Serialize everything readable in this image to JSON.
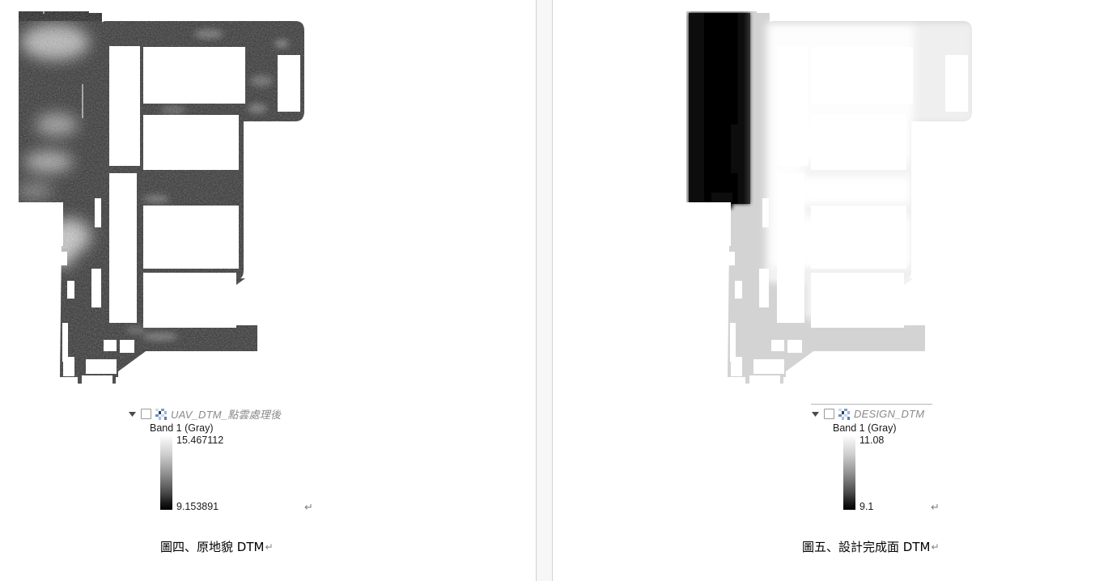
{
  "document": {
    "background_color": "#ffffff",
    "gutter_color": "#f7f7f7",
    "gutter_line_color": "#d2d2d2"
  },
  "figures": [
    {
      "id": "figure-4",
      "caption": "圖四、原地貌 DTM",
      "caption_return_mark": "↵",
      "layer": {
        "name": "UAV_DTM_點雲處理後",
        "name_color": "#8a8a8a",
        "checkbox_checked": false,
        "expander_state": "expanded",
        "expander_glyph": "▼",
        "icon": "raster-layer-icon",
        "band_label": "Band 1 (Gray)",
        "selected_rule_visible": false
      },
      "legend": {
        "type": "stretched-gray-ramp",
        "max_value": "15.467112",
        "min_value": "9.153891",
        "ramp_top_color": "#ffffff",
        "ramp_bottom_color": "#000000"
      },
      "legend_return_mark": "↵",
      "raster": {
        "name": "original-terrain-dtm",
        "style": "noisy-grayscale-photogrammetric",
        "base_color": "#3a3a3a",
        "building_footprint_color": "#ffffff",
        "bright_blob_color": "#d8d8d8"
      }
    },
    {
      "id": "figure-5",
      "caption": "圖五、設計完成面 DTM",
      "caption_return_mark": "↵",
      "layer": {
        "name": "DESIGN_DTM",
        "name_color": "#8a8a8a",
        "checkbox_checked": false,
        "expander_state": "expanded",
        "expander_glyph": "▼",
        "icon": "raster-layer-icon",
        "band_label": "Band 1 (Gray)",
        "selected_rule_visible": true
      },
      "legend": {
        "type": "stretched-gray-ramp",
        "max_value": "11.08",
        "min_value": "9.1",
        "ramp_top_color": "#ffffff",
        "ramp_bottom_color": "#000000"
      },
      "legend_return_mark": "↵",
      "raster": {
        "name": "design-surface-dtm",
        "style": "smooth-grayscale-design-surface",
        "base_color": "#d3d3d3",
        "building_footprint_color": "#ffffff",
        "dark_block_color": "#050505"
      }
    }
  ],
  "icons": {
    "raster_layer_swatch_colors": [
      "#cdd9e8",
      "#ffffff",
      "#7f9dc4",
      "#ffffff",
      "#ffffff",
      "#24406b",
      "#ffffff",
      "#9fb6d4",
      "#6f90bb",
      "#ffffff",
      "#cdd9e8",
      "#ffffff",
      "#ffffff",
      "#a8bcd8",
      "#ffffff",
      "#5b7dae"
    ],
    "expander_color": "#4a4a4a",
    "checkbox_border_color": "#9a9a9a"
  }
}
